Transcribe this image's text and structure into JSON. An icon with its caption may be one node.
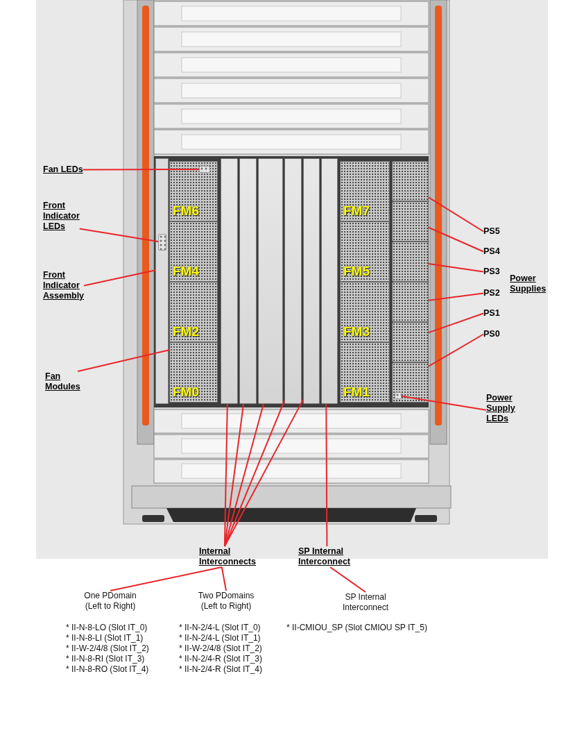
{
  "diagram": {
    "nodes": [
      {
        "text": [
          "Fan LEDs"
        ]
      },
      {
        "text": [
          "Front Indicator LEDs"
        ]
      },
      {
        "text": [
          "Front Indicator Assembly"
        ]
      },
      {
        "text": [
          "Fan Modules"
        ]
      },
      {
        "text": [
          "PS5"
        ]
      },
      {
        "text": [
          "PS4"
        ]
      },
      {
        "text": [
          "PS3"
        ]
      },
      {
        "text": [
          "PS2"
        ]
      },
      {
        "text": [
          "PS1"
        ]
      },
      {
        "text": [
          "PS0"
        ]
      },
      {
        "text": [
          "Power Supply LEDs"
        ]
      },
      {
        "text": [],
        "shape": "bar"
      },
      {
        "text": [],
        "shape": "box",
        "in": 11
      },
      {
        "text": [
          "FM6"
        ]
      },
      {
        "text": [
          "FM7"
        ]
      },
      {
        "text": [
          "FM4"
        ]
      },
      {
        "text": [
          "FM5"
        ]
      },
      {
        "text": [
          "FM2"
        ]
      },
      {
        "text": [
          "FM3"
        ]
      },
      {
        "text": [
          "FM0"
        ]
      },
      {
        "text": [
          "FM1"
        ]
      },
      {
        "text": [],
        "shape": "box",
        "in": 13
      },
      {
        "text": [],
        "shape": "box"
      },
      {
        "text": [],
        "shape": "box"
      },
      {
        "text": [],
        "shape": "box"
      },
      {
        "text": [],
        "shape": "box"
      },
      {
        "text": [],
        "shape": "box"
      },
      {
        "text": [],
        "shape": "box"
      },
      {
        "text": [],
        "shape": "box",
        "in": 27
      },
      {
        "text": [],
        "shape": "bar"
      },
      {
        "text": [],
        "shape": "bar"
      },
      {
        "text": [],
        "shape": "bar"
      },
      {
        "text": [],
        "shape": "bar"
      },
      {
        "text": [],
        "shape": "bar"
      },
      {
        "text": [],
        "shape": "bar"
      },
      {
        "text": [
          "Internal Interconnects"
        ]
      },
      {
        "text": [
          "SP Internal Interconnect"
        ]
      },
      {
        "text": [
          "One PDomain (Left to Right)"
        ]
      },
      {
        "text": [
          "Two PDomains (Left to Right)"
        ]
      },
      {
        "text": [
          "SP Internal Interconnect"
        ]
      }
    ],
    "edges": [
      {
        "from": 0,
        "to": 21,
        "arrow": "none"
      },
      {
        "from": 1,
        "to": 12,
        "arrow": "none"
      },
      {
        "from": 2,
        "to": 11,
        "arrow": "none"
      },
      {
        "from": 3,
        "to": 19,
        "arrow": "none"
      },
      {
        "from": 4,
        "to": 22,
        "arrow": "none"
      },
      {
        "from": 5,
        "to": 23,
        "arrow": "none"
      },
      {
        "from": 6,
        "to": 24,
        "arrow": "none"
      },
      {
        "from": 7,
        "to": 25,
        "arrow": "none"
      },
      {
        "from": 8,
        "to": 26,
        "arrow": "none"
      },
      {
        "from": 9,
        "to": 27,
        "arrow": "none"
      },
      {
        "from": 10,
        "to": 28,
        "arrow": "none"
      },
      {
        "from": 35,
        "to": 29,
        "arrow": "none"
      },
      {
        "from": 35,
        "to": 30,
        "arrow": "none"
      },
      {
        "from": 35,
        "to": 31,
        "arrow": "none"
      },
      {
        "from": 35,
        "to": 32,
        "arrow": "none"
      },
      {
        "from": 35,
        "to": 33,
        "arrow": "none"
      },
      {
        "from": 36,
        "to": 34,
        "arrow": "none"
      },
      {
        "from": 35,
        "to": 37,
        "arrow": "none"
      },
      {
        "from": 35,
        "to": 38,
        "arrow": "none"
      },
      {
        "from": 36,
        "to": 39,
        "arrow": "none"
      }
    ],
    "labels": [
      "Power Supplies",
      "* II-N-8-LO (Slot IT_0)",
      "* II-N-2/4-L (Slot IT_0)",
      "* II-CMIOU_SP (Slot CMIOU SP IT_5)",
      "* II-N-8-LI (Slot IT_1)",
      "* II-N-2/4-L (Slot IT_1)",
      "* II-W-2/4/8 (Slot IT_2)",
      "* II-W-2/4/8 (Slot IT_2)",
      "* II-N-8-RI (Slot IT_3)",
      "* II-N-2/4-R (Slot IT_3)",
      "* II-N-8-RO (Slot IT_4)",
      "* II-N-2/4-R (Slot IT_4)"
    ]
  }
}
